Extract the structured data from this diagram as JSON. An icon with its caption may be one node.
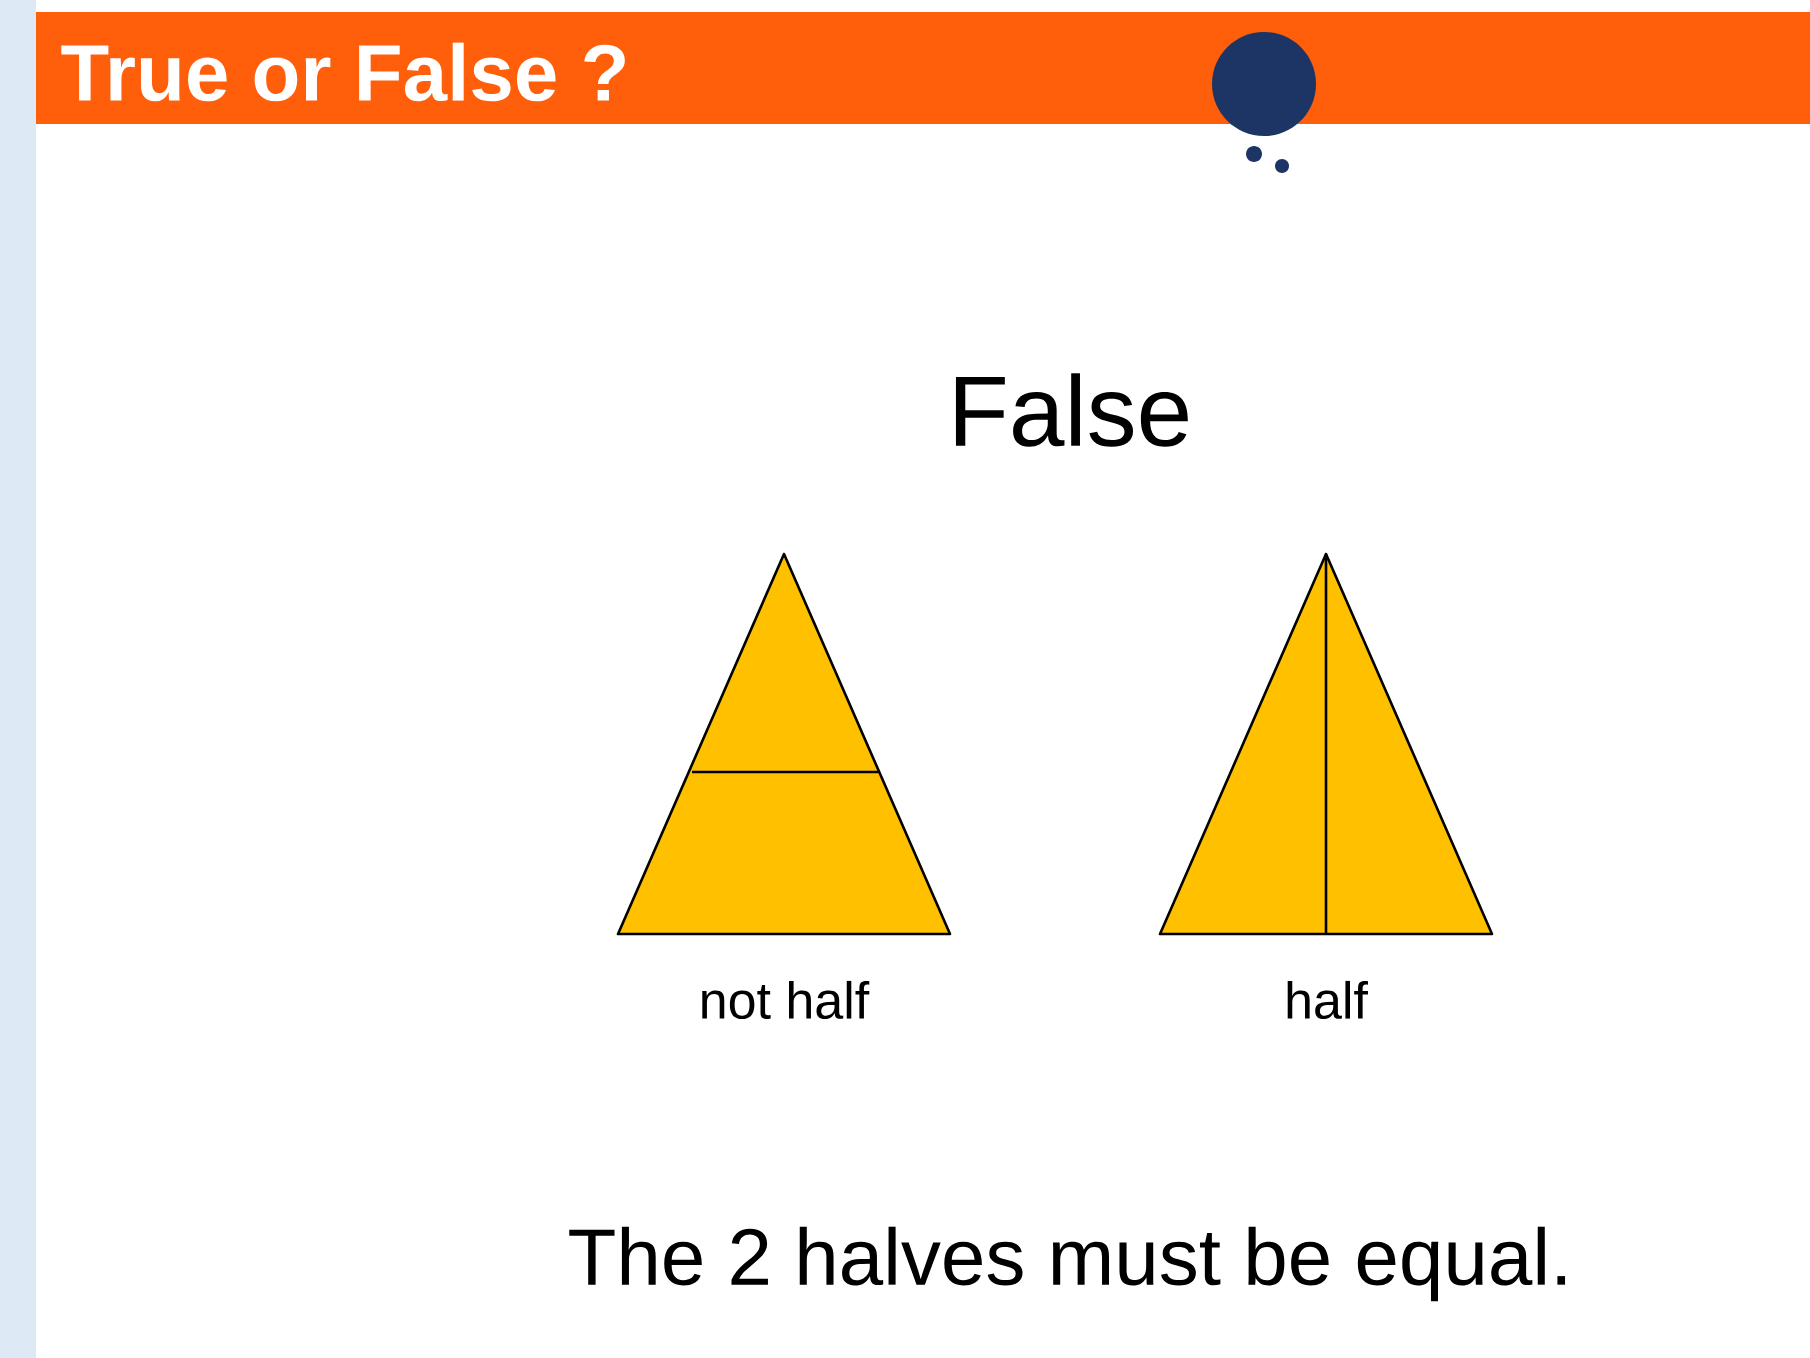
{
  "diagram": {
    "title": "True or False ?",
    "nodes": [
      {
        "text": [],
        "shape": "triangle",
        "beside": [
          "not half"
        ]
      },
      {
        "text": [],
        "shape": "triangle",
        "beside": [
          "half"
        ]
      }
    ],
    "labels": [
      "False",
      "The 2 halves must be equal."
    ]
  }
}
